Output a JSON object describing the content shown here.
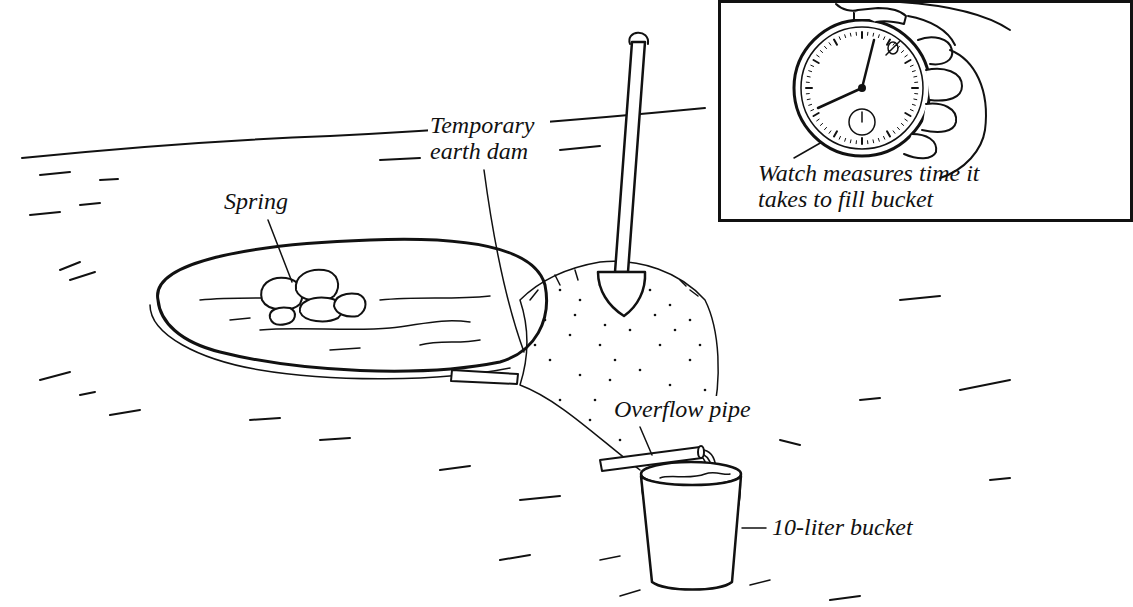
{
  "diagram": {
    "nodes": [
      {
        "text": [
          "Watch measures time it takes to fill bucket"
        ]
      }
    ],
    "labels": [
      "Spring",
      "Temporary earth dam",
      "Overflow pipe",
      "10-liter bucket"
    ]
  }
}
